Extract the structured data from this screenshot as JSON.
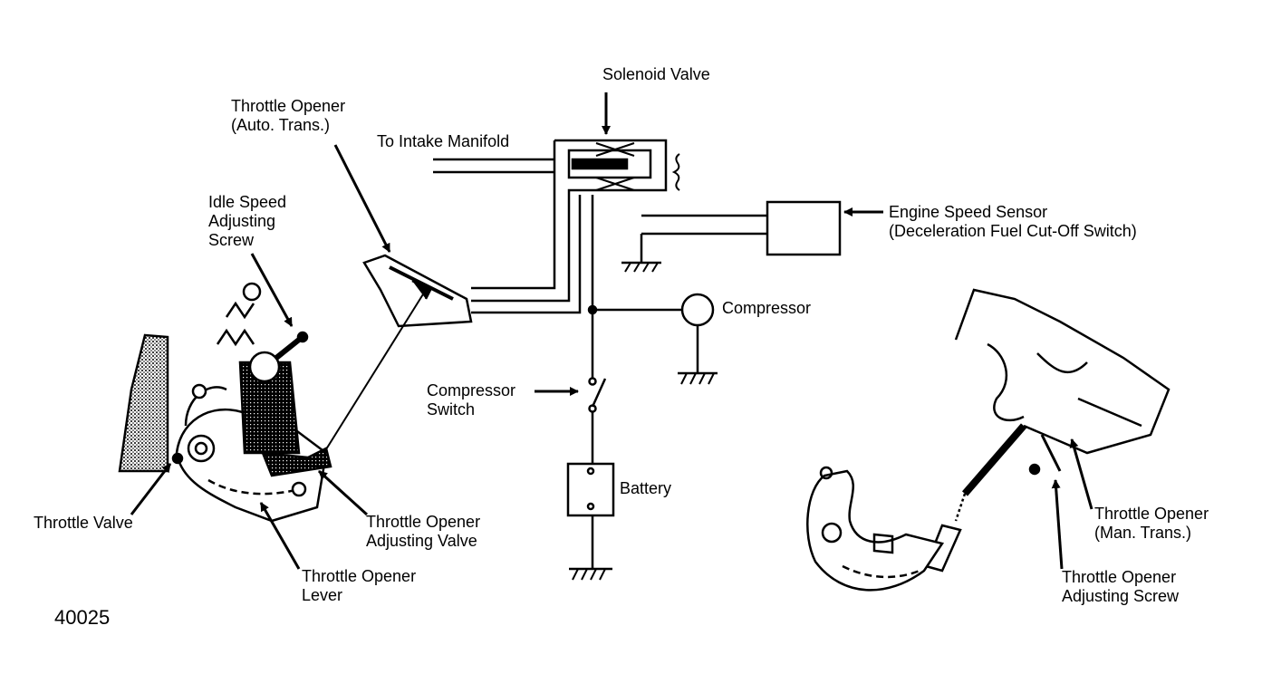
{
  "labels": {
    "solenoid_valve": "Solenoid Valve",
    "throttle_opener_auto": [
      "Throttle Opener",
      "(Auto. Trans.)"
    ],
    "to_intake_manifold": "To Intake Manifold",
    "idle_speed_screw": [
      "Idle Speed",
      "Adjusting",
      "Screw"
    ],
    "engine_speed_sensor": [
      "Engine Speed Sensor",
      "(Deceleration Fuel Cut-Off Switch)"
    ],
    "compressor": "Compressor",
    "compressor_switch": [
      "Compressor",
      "Switch"
    ],
    "battery": "Battery",
    "throttle_valve": "Throttle Valve",
    "opener_adjusting_valve": [
      "Throttle Opener",
      "Adjusting Valve"
    ],
    "opener_lever": [
      "Throttle Opener",
      "Lever"
    ],
    "throttle_opener_manual": [
      "Throttle Opener",
      "(Man. Trans.)"
    ],
    "opener_adjusting_screw": [
      "Throttle Opener",
      "Adjusting Screw"
    ],
    "figure_code": "40025"
  },
  "colors": {
    "ink": "#000000",
    "paper": "#ffffff"
  }
}
